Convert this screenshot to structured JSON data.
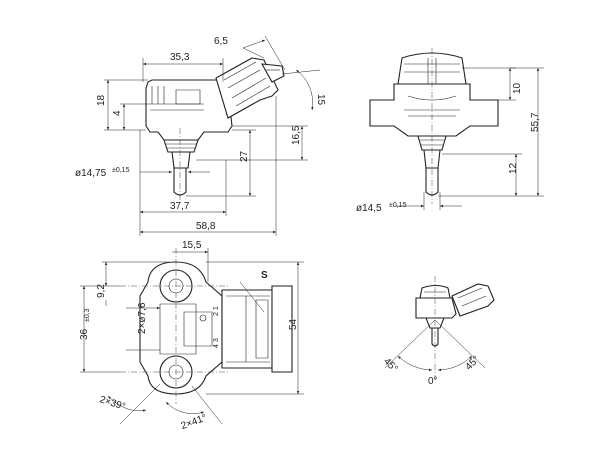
{
  "views": {
    "side": {
      "dims": {
        "top_offset": "6,5",
        "top_width": "35,3",
        "angle": "15",
        "left_height": "18",
        "left_small": "4",
        "right_height": "16,5",
        "probe_height": "27",
        "diameter": "ø14,75",
        "tolerance": "±0,15",
        "bottom_width_a": "37,7",
        "bottom_width_b": "58,8"
      }
    },
    "front": {
      "dims": {
        "top_height": "10",
        "total_height": "55,7",
        "probe_height": "12",
        "diameter": "ø14,5",
        "tolerance": "±0,15"
      }
    },
    "top": {
      "dims": {
        "top_offset": "15,5",
        "hole_spacing": "36",
        "hole_tolerance": "±0,3",
        "offset_small": "9,2",
        "hole_diameter": "2×ø7,6",
        "height": "54",
        "angle_left": "2×39°",
        "angle_right": "2×41°",
        "section_label": "S",
        "pin_numbers_left": "4 3",
        "pin_numbers_right": "2 1"
      }
    },
    "mounting": {
      "dims": {
        "angle_left": "45°",
        "angle_center": "0°",
        "angle_right": "45°"
      }
    }
  }
}
